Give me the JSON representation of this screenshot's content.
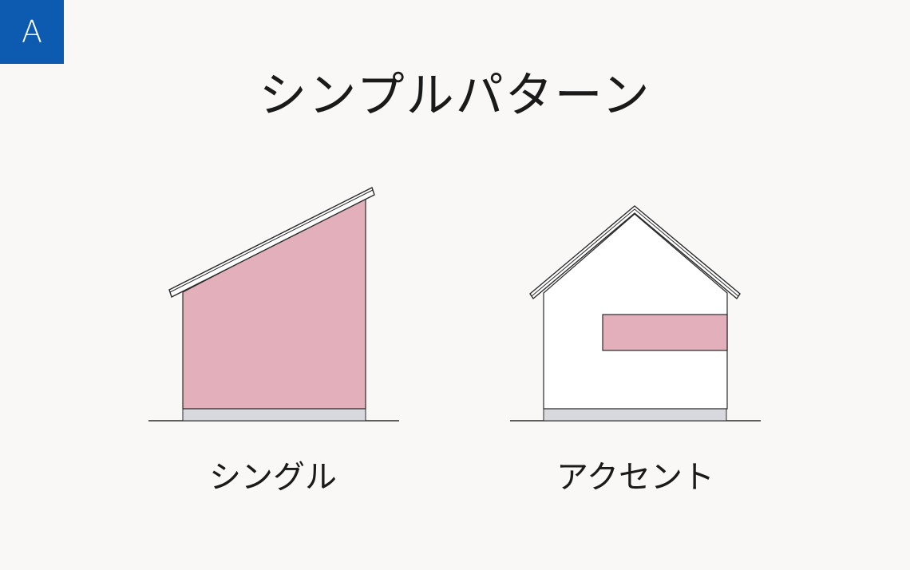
{
  "badge": {
    "text": "A"
  },
  "title": "シンプルパターン",
  "patterns": [
    {
      "label": "シングル"
    },
    {
      "label": "アクセント"
    }
  ],
  "colors": {
    "badge_bg": "#0d5bb0",
    "accent_wall": "#e2afbb",
    "wall_white": "#ffffff",
    "foundation": "#d8d9de",
    "outline": "#2a2a2a",
    "background": "#f9f8f6"
  }
}
